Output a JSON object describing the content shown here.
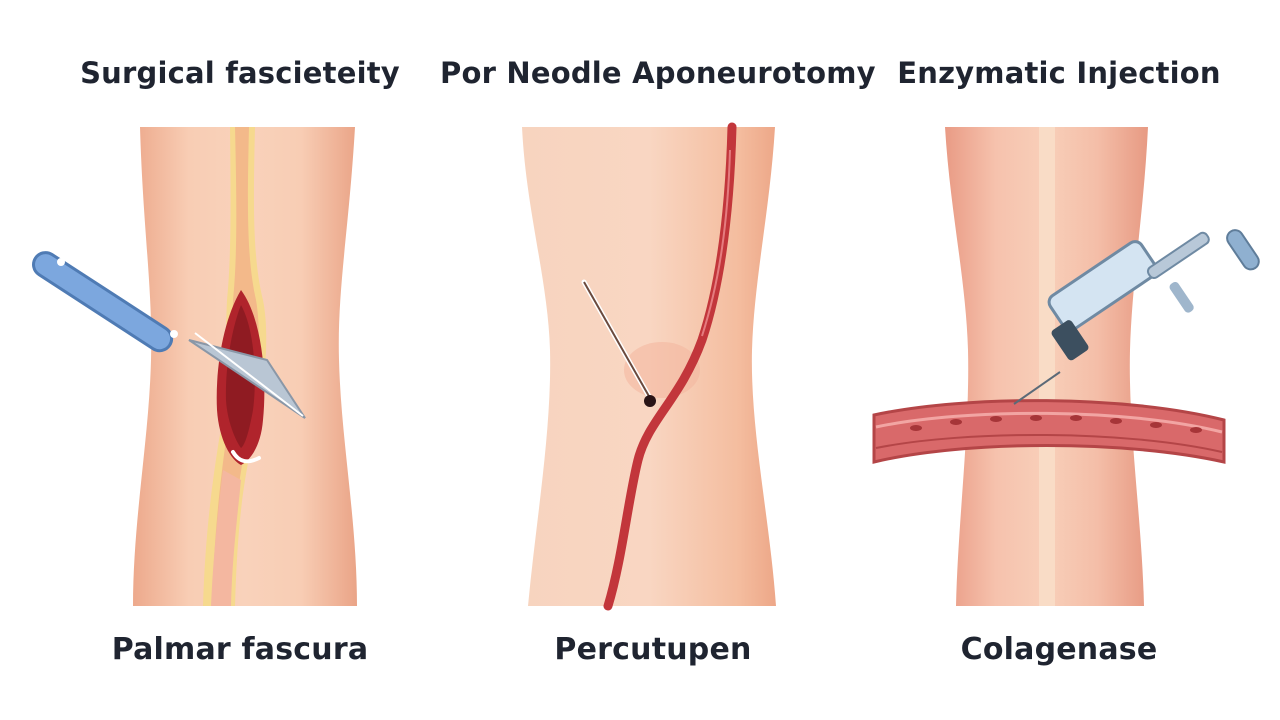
{
  "panels": [
    {
      "title": "Surgical fascieteity",
      "caption": "Palmar fascura",
      "tool_icon": "scalpel-icon"
    },
    {
      "title": "Por Neodle Aponeurotomy",
      "caption": "Percutupen",
      "tool_icon": "needle-icon"
    },
    {
      "title": "Enzymatic Injection",
      "caption": "Colagenase",
      "tool_icon": "syringe-icon"
    }
  ],
  "colors": {
    "skin": "#f6c6ad",
    "skin_shadow": "#eba88b",
    "fascia_red": "#c2363b",
    "cord_pink": "#d9696a",
    "fat_yellow": "#f6d98e",
    "scalpel_blue": "#7ca7de",
    "text": "#1f2430"
  }
}
